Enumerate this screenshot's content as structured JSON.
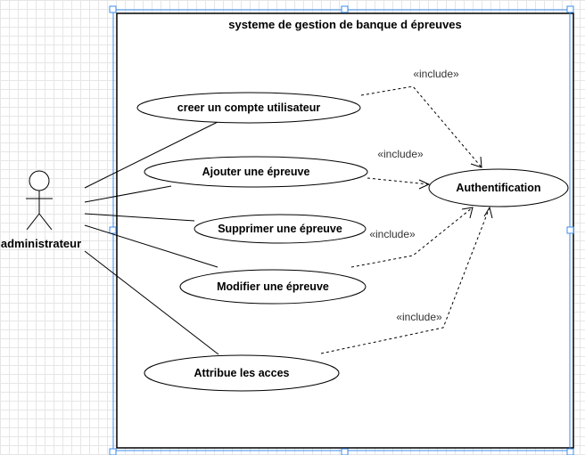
{
  "system": {
    "title": "systeme de gestion de banque d épreuves"
  },
  "actor": {
    "name": "administrateur"
  },
  "use_cases": [
    {
      "id": "creer",
      "label": "creer un compte utilisateur"
    },
    {
      "id": "ajouter",
      "label": "Ajouter une épreuve"
    },
    {
      "id": "supprimer",
      "label": "Supprimer une épreuve"
    },
    {
      "id": "modifier",
      "label": "Modifier une épreuve"
    },
    {
      "id": "attribue",
      "label": "Attribue les acces"
    },
    {
      "id": "auth",
      "label": "Authentification"
    }
  ],
  "includes": [
    {
      "from": "creer",
      "to": "auth",
      "label": "«include»"
    },
    {
      "from": "ajouter",
      "to": "auth",
      "label": "«include»"
    },
    {
      "from": "modifier",
      "to": "auth",
      "label": "«include»"
    },
    {
      "from": "attribue",
      "to": "auth",
      "label": "«include»"
    }
  ],
  "colors": {
    "selection": "#3d8eed",
    "line": "#000000",
    "grid": "#e6e6e6"
  }
}
